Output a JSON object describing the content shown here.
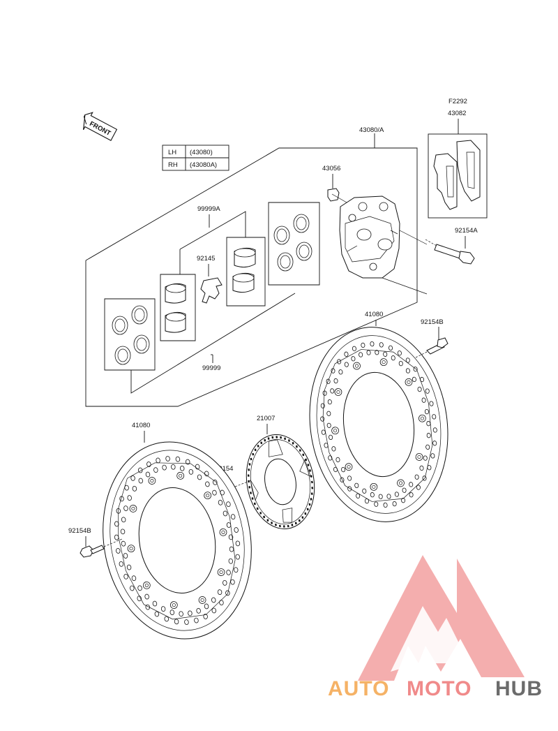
{
  "labels": {
    "f2292": "F2292",
    "p43082": "43082",
    "p43080": "43080/A",
    "p43056": "43056",
    "p99999a": "99999A",
    "p92145": "92145",
    "p92154a": "92154A",
    "p41080_right": "41080",
    "p92154b_right": "92154B",
    "p99999": "99999",
    "p21007": "21007",
    "p41080_left": "41080",
    "p92154": "92154",
    "p92154b_left": "92154B"
  },
  "front_arrow": {
    "text": "FRONT"
  },
  "side_table": {
    "rows": [
      {
        "side": "LH",
        "part": "(43080)"
      },
      {
        "side": "RH",
        "part": "(43080A)"
      }
    ]
  },
  "watermark": {
    "word_part1": "AUTO",
    "word_part2": "MOTO",
    "word_part3": "HUB",
    "colors": {
      "logo": "#f08080",
      "auto": "#f5b266",
      "moto": "#f08a8a",
      "hub": "#6b6b6b"
    }
  }
}
